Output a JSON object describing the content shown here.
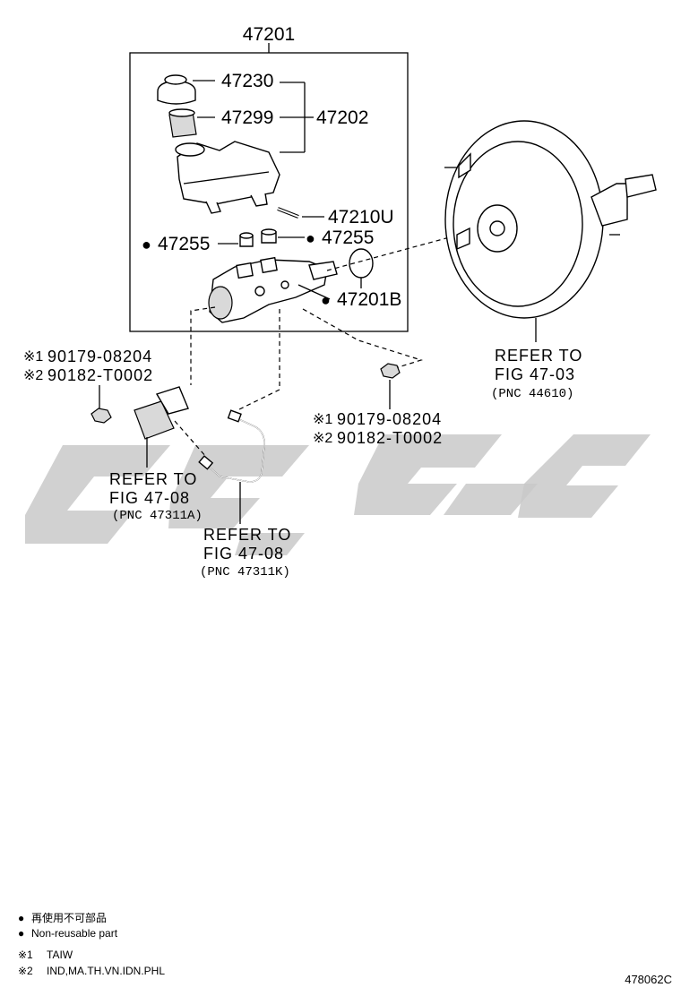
{
  "diagram": {
    "callouts": {
      "assembly": "47201",
      "cap": "47230",
      "strainer": "47299",
      "reservoir": "47202",
      "pin": "47210U",
      "grommet_left": "47255",
      "grommet_right": "47255",
      "piston_kit": "47201B",
      "nut_left": {
        "note1": "90179-08204",
        "note2": "90182-T0002"
      },
      "nut_right": {
        "note1": "90179-08204",
        "note2": "90182-T0002"
      }
    },
    "markers": {
      "note1": "※1",
      "note2": "※2",
      "bullet": "●"
    },
    "references": [
      {
        "line1": "REFER TO",
        "line2": "FIG 47-03",
        "line3": "(PNC 44610)"
      },
      {
        "line1": "REFER TO",
        "line2": "FIG 47-08",
        "line3": "(PNC 47311A)"
      },
      {
        "line1": "REFER TO",
        "line2": "FIG 47-08",
        "line3": "(PNC 47311K)"
      }
    ]
  },
  "legend": {
    "bullet_jp": "再使用不可部品",
    "bullet_en": "Non-reusable part",
    "note1": "TAIW",
    "note2": "IND,MA.TH.VN.IDN.PHL"
  },
  "figure_id": "478062C"
}
